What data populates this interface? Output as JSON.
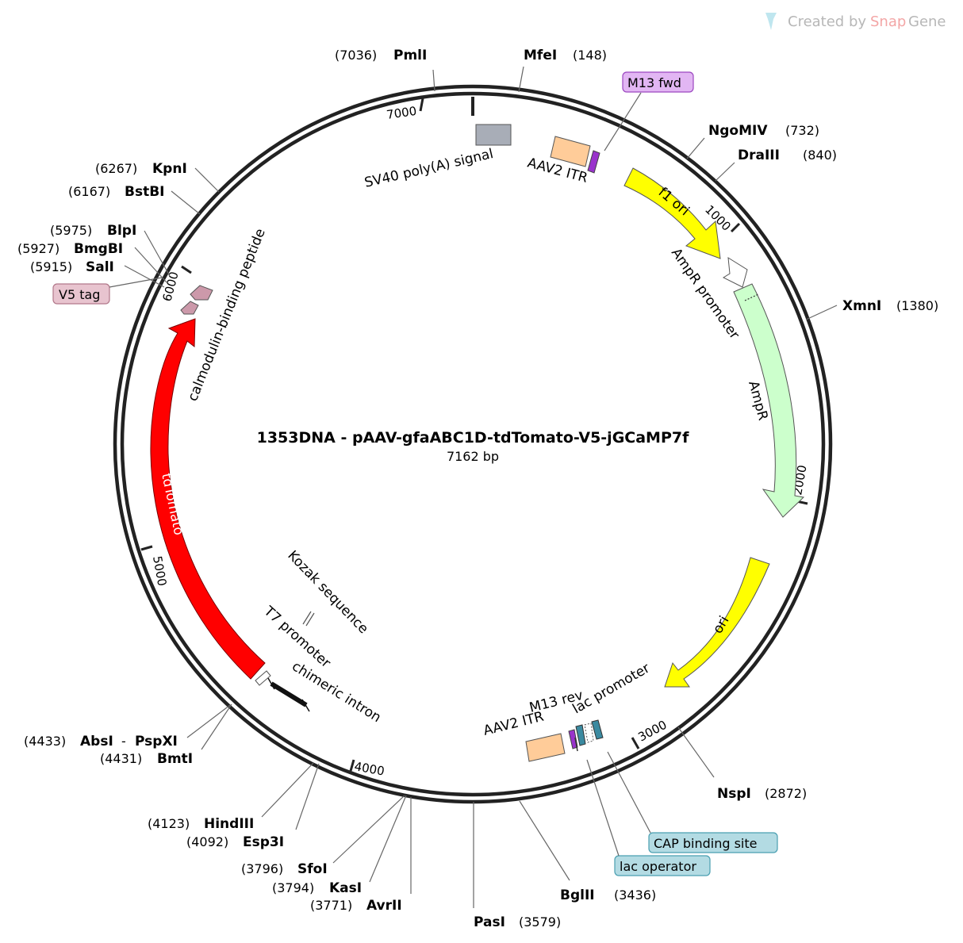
{
  "brand": {
    "created_by": "Created by",
    "snap": "Snap",
    "gene": "Gene"
  },
  "map": {
    "title": "1353DNA - pAAV-gfaABC1D-tdTomato-V5-jGCaMP7f",
    "length": "7162 bp"
  },
  "ticks": [
    "7000",
    "1000",
    "2000",
    "3000",
    "4000",
    "5000",
    "6000"
  ],
  "sites": [
    {
      "name": "PmlI",
      "pos": "(7036)"
    },
    {
      "name": "MfeI",
      "pos": "(148)"
    },
    {
      "name": "NgoMIV",
      "pos": "(732)"
    },
    {
      "name": "DraIII",
      "pos": "(840)"
    },
    {
      "name": "XmnI",
      "pos": "(1380)"
    },
    {
      "name": "NspI",
      "pos": "(2872)"
    },
    {
      "name": "BglII",
      "pos": "(3436)"
    },
    {
      "name": "PasI",
      "pos": "(3579)"
    },
    {
      "name": "AvrII",
      "pos": "(3771)"
    },
    {
      "name": "KasI",
      "pos": "(3794)"
    },
    {
      "name": "SfoI",
      "pos": "(3796)"
    },
    {
      "name": "Esp3I",
      "pos": "(4092)"
    },
    {
      "name": "HindIII",
      "pos": "(4123)"
    },
    {
      "name": "BmtI",
      "pos": "(4431)"
    },
    {
      "name": "AbsI",
      "pos": "(4433)",
      "extra": "PspXI",
      "sep": "-"
    },
    {
      "name": "SalI",
      "pos": "(5915)"
    },
    {
      "name": "BmgBI",
      "pos": "(5927)"
    },
    {
      "name": "BlpI",
      "pos": "(5975)"
    },
    {
      "name": "BstBI",
      "pos": "(6167)"
    },
    {
      "name": "KpnI",
      "pos": "(6267)"
    }
  ],
  "boxed_features": {
    "m13fwd": "M13 fwd",
    "v5tag": "V5 tag",
    "cap": "CAP binding site",
    "lacop": "lac operator"
  },
  "features": {
    "sv40": "SV40 poly(A) signal",
    "itr_top": "AAV2 ITR",
    "f1ori": "f1 ori",
    "ampr_promoter": "AmpR promoter",
    "ampr": "AmpR",
    "ori": "ori",
    "lac_promoter": "lac promoter",
    "m13rev": "M13 rev",
    "itr_bottom": "AAV2 ITR",
    "chimeric_intron": "chimeric intron",
    "t7": "T7 promoter",
    "kozak": "Kozak sequence",
    "tdtomato": "tdTomato",
    "cbp": "calmodulin-binding peptide"
  },
  "colors": {
    "backbone": "#222222",
    "f1ori": "#ffff00",
    "ori": "#ffff00",
    "ampr": "#ccffcc",
    "tdtomato": "#ff0000",
    "itr": "#ffcc99",
    "sv40": "#a8adb7",
    "m13": "#9933cc",
    "lac": "#3b8aa0",
    "cbp": "#cc99aa",
    "v5box": "#e8c4cf",
    "m13box": "#e2b6f3",
    "lacbox": "#b3dbe3"
  }
}
